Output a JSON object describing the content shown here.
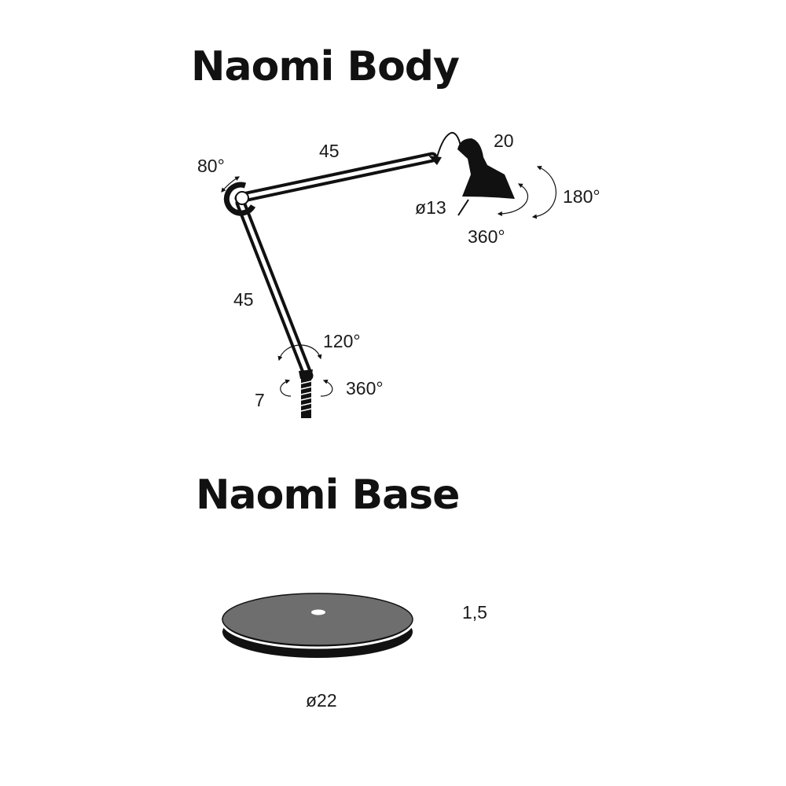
{
  "titles": {
    "body": "Naomi Body",
    "base": "Naomi Base"
  },
  "body_dims": {
    "upper_arm_length": "45",
    "lower_arm_length": "45",
    "elbow_rotation": "80°",
    "shade_height": "20",
    "shade_diameter": "ø13",
    "shade_tilt": "180°",
    "shade_rotation": "360°",
    "base_joint_tilt": "120°",
    "base_joint_rotation": "360°",
    "pin_length": "7"
  },
  "base_dims": {
    "thickness": "1,5",
    "diameter": "ø22"
  },
  "colors": {
    "ink": "#111111",
    "disc_top": "#6e6e6e",
    "background": "#ffffff"
  }
}
